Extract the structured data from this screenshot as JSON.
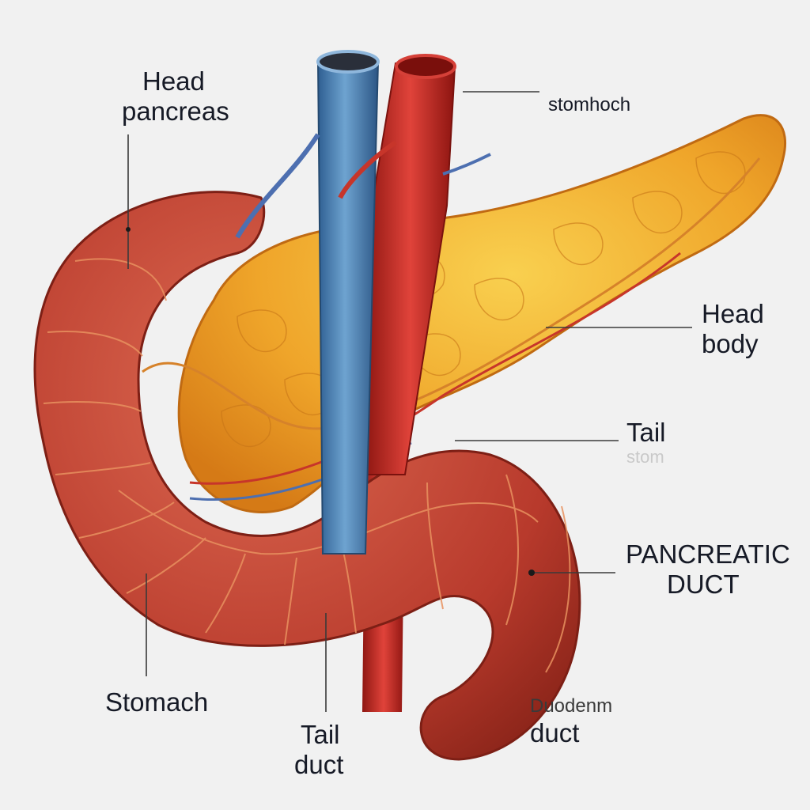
{
  "colors": {
    "background": "#f1f1f1",
    "pancreas": "#f0a62c",
    "pancreas_highlight": "#f7c64a",
    "intestine": "#b83a2c",
    "intestine_light": "#d55b45",
    "vein": "#4f85b8",
    "artery": "#c72a22",
    "label_text": "#161a26",
    "leader_line": "#3a3a3a"
  },
  "labels": {
    "top_left": {
      "line1": "Head",
      "line2": "pancreas"
    },
    "top_right": {
      "line1": "stomhoch"
    },
    "right_upper": {
      "line1": "Head",
      "line2": "body"
    },
    "right_middle": {
      "line1": "Tail",
      "line2": "stom"
    },
    "right_lower": {
      "line1": "PANCREATIC",
      "line2": "DUCT"
    },
    "bottom_left": {
      "line1": "Stomach"
    },
    "bottom_center": {
      "line1": "Tail",
      "line2": "duct"
    },
    "bottom_right": {
      "line1": "Duodenm",
      "line2": "duct"
    }
  }
}
